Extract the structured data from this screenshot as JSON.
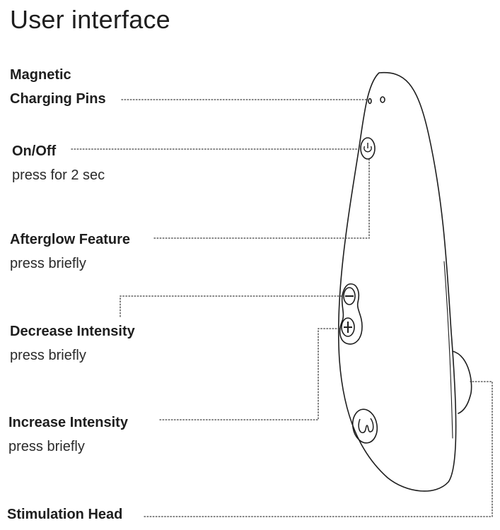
{
  "title": "User interface",
  "callouts": {
    "charging": {
      "line1": "Magnetic",
      "line2": "Charging Pins"
    },
    "onoff": {
      "label": "On/Off",
      "desc": "press for 2 sec"
    },
    "afterglow": {
      "label": "Afterglow  Feature",
      "desc": "press briefly"
    },
    "decrease": {
      "label": "Decrease Intensity",
      "desc": "press briefly"
    },
    "increase": {
      "label": "Increase Intensity",
      "desc": "press briefly"
    },
    "head": {
      "label": "Stimulation Head"
    }
  },
  "colors": {
    "ink": "#1e1e1e",
    "leader": "#3a3a3a"
  },
  "icons": [
    "power-icon",
    "minus-icon",
    "plus-icon",
    "brand-logo-icon"
  ]
}
